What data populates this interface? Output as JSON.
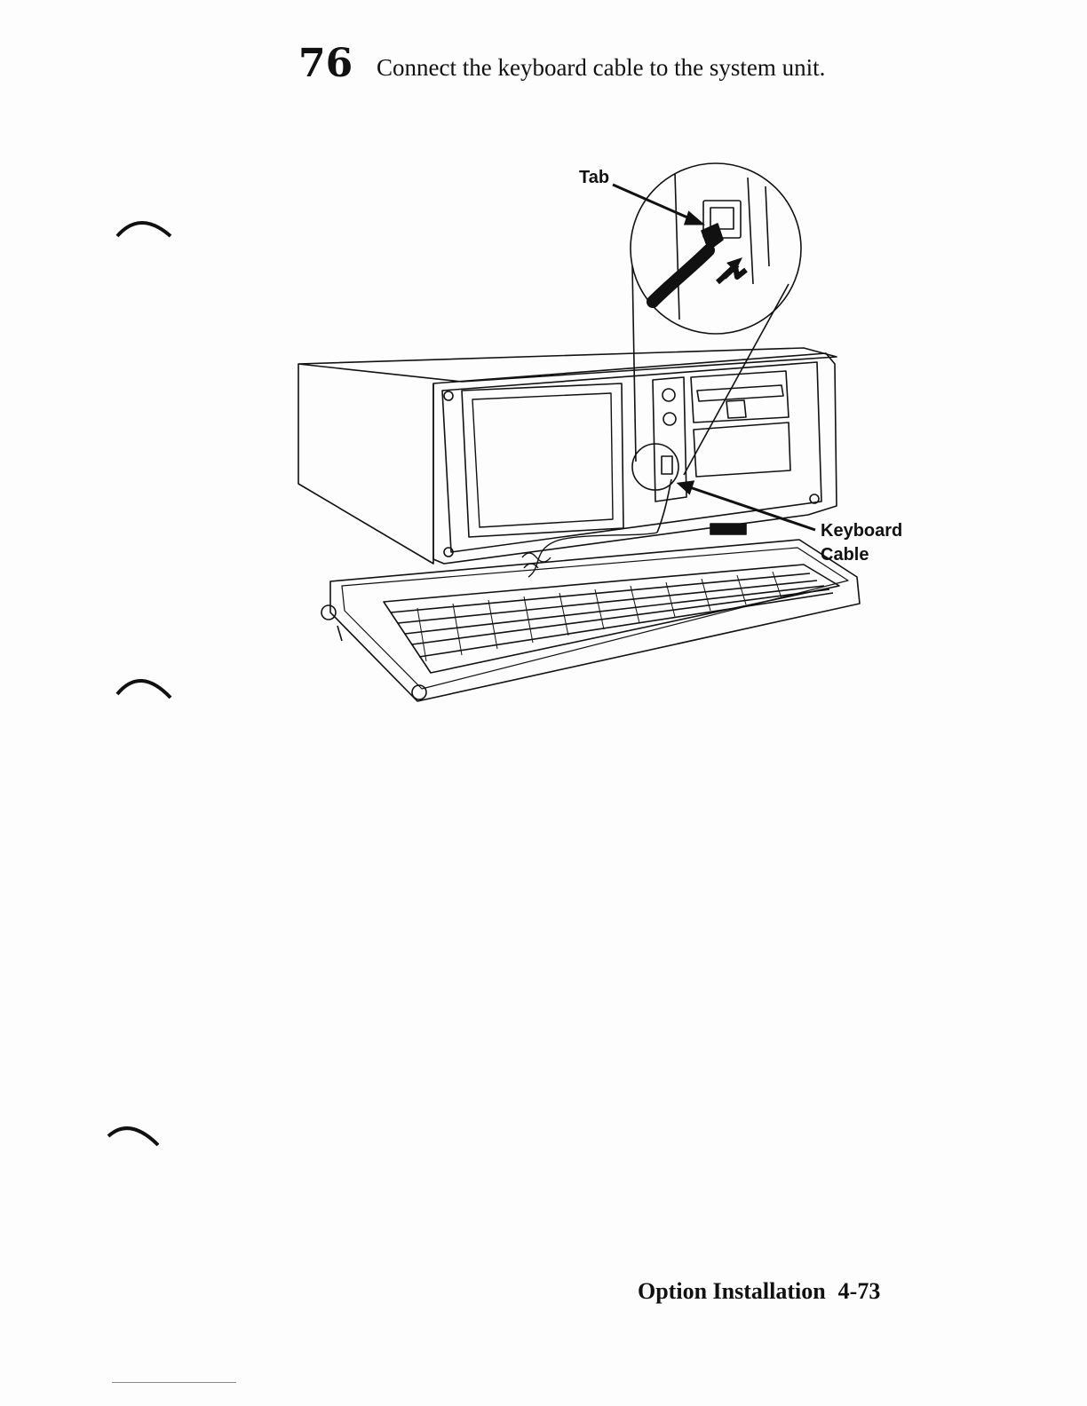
{
  "step": {
    "number": "76",
    "instruction": "Connect the keyboard cable to the system unit."
  },
  "figure": {
    "callouts": {
      "tab": "Tab",
      "keyboard_cable_line1": "Keyboard",
      "keyboard_cable_line2": "Cable"
    }
  },
  "footer": {
    "section": "Option Installation",
    "page": "4-73"
  }
}
